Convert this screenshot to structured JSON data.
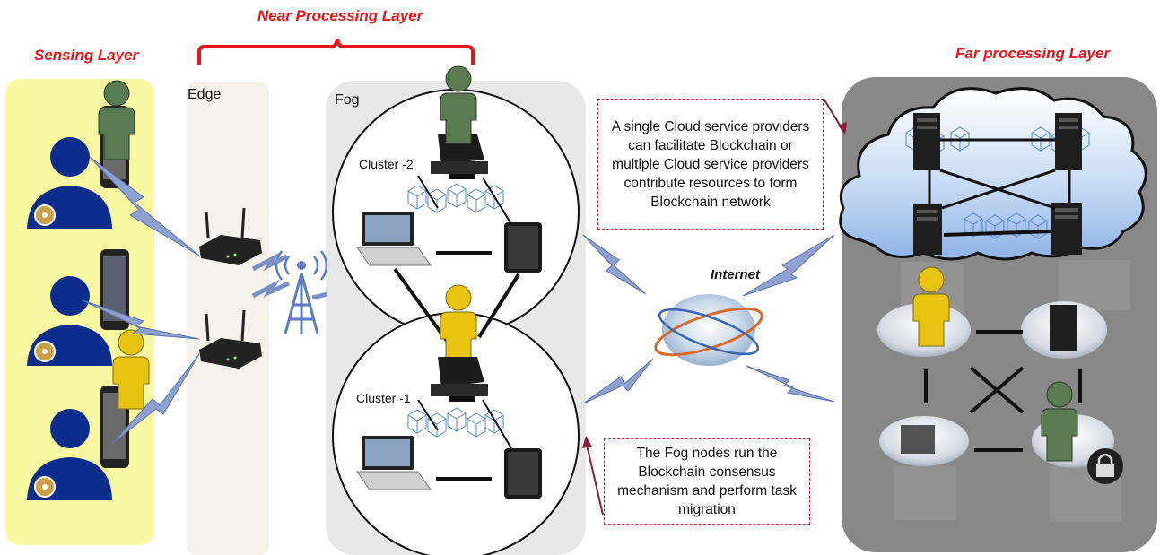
{
  "layers": {
    "sensing": "Sensing Layer",
    "near": "Near Processing Layer",
    "far": "Far processing Layer"
  },
  "panels": {
    "edge": "Edge",
    "fog": "Fog"
  },
  "clusters": {
    "top": "Cluster -2",
    "bottom": "Cluster -1"
  },
  "internet": "Internet",
  "notes": {
    "cloud": "A single Cloud service providers can facilitate Blockchain or multiple Cloud service providers contribute resources to form Blockchain network",
    "fog": "The Fog nodes run the Blockchain consensus mechanism and perform task migration"
  },
  "colors": {
    "title_red": "#e8141c",
    "sensing_bg": "#fbf8a3",
    "edge_bg": "#f4f2ea",
    "fog_bg": "#e8e8e8",
    "cloud_bg": "#888888",
    "person_blue": "#0c2d8c",
    "user_green": "#5a7a52",
    "user_yellow": "#e8c410",
    "wireless_bolt": "#7b8fc4"
  }
}
